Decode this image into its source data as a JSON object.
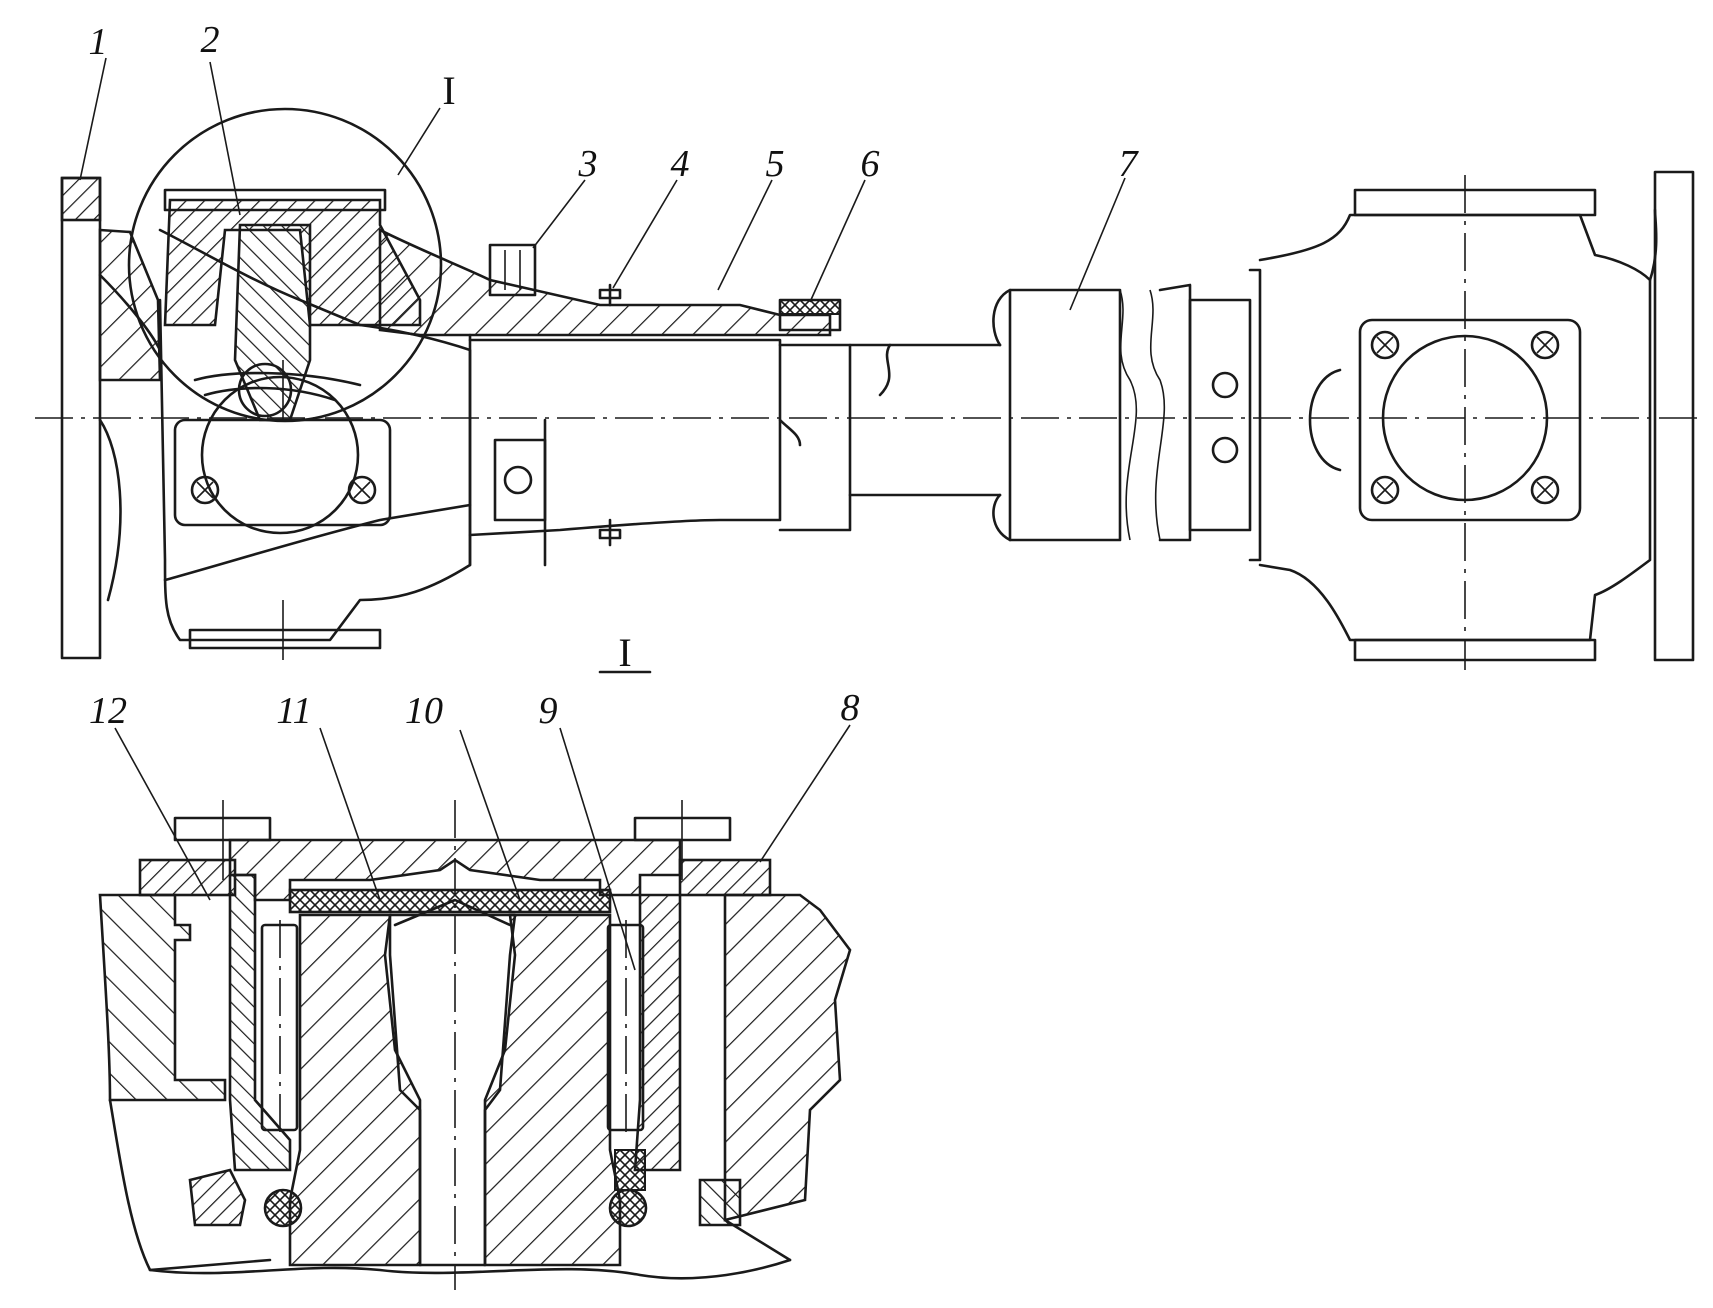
{
  "figure": {
    "callouts": [
      "1",
      "2",
      "3",
      "4",
      "5",
      "6",
      "7",
      "8",
      "9",
      "10",
      "11",
      "12"
    ],
    "detail_marker": "I",
    "section_caption": "I"
  }
}
